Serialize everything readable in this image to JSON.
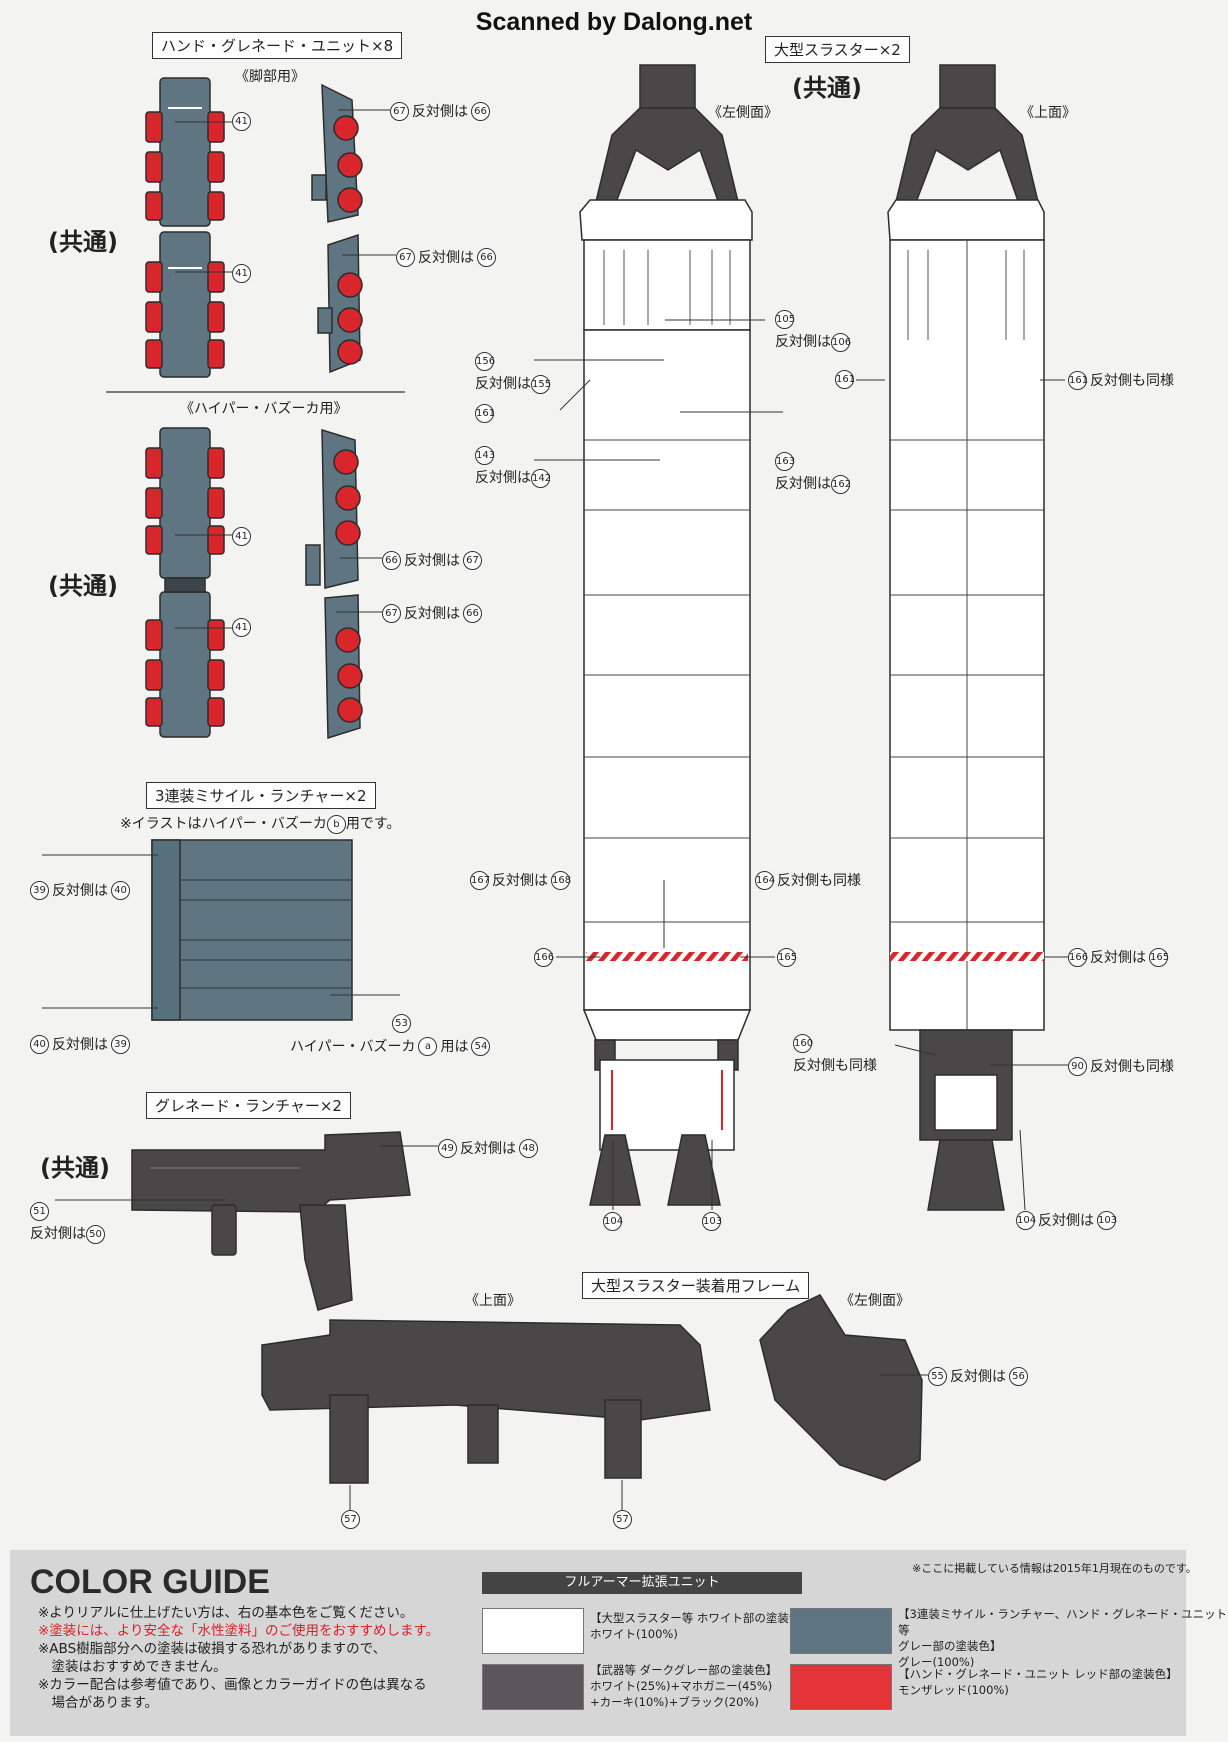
{
  "scan_credit": "Scanned by Dalong.net",
  "sections": {
    "hand_grenade": {
      "title": "ハンド・グレネード・ユニット×8",
      "sub_leg": "《脚部用》",
      "sub_bazooka": "《ハイパー・バズーカ用》",
      "common": "(共通)"
    },
    "missile": {
      "title": "3連装ミサイル・ランチャー×2",
      "note": "※イラストはハイパー・バズーカ",
      "note_circ": "b",
      "note_tail": "用です。"
    },
    "grenade_launcher": {
      "title": "グレネード・ランチャー×2",
      "common": "(共通)"
    },
    "thruster": {
      "title": "大型スラスター×2",
      "common": "(共通)",
      "view_left": "《左側面》",
      "view_top": "《上面》"
    },
    "frame": {
      "title": "大型スラスター装着用フレーム",
      "view_top": "《上面》",
      "view_left": "《左側面》"
    }
  },
  "text": {
    "opposite_is": "反対側は",
    "same_opposite": "反対側も同様",
    "bazooka_a": "ハイパー・バズーカ",
    "circ_a": "a",
    "used_is": "用は"
  },
  "callouts": {
    "n41": "41",
    "n67": "67",
    "n66": "66",
    "n105": "105",
    "n106": "106",
    "n156": "156",
    "n155": "155",
    "n161": "161",
    "n143": "143",
    "n142": "142",
    "n163": "163",
    "n162": "162",
    "n39": "39",
    "n40": "40",
    "n53": "53",
    "n54": "54",
    "n49": "49",
    "n48": "48",
    "n51": "51",
    "n50": "50",
    "n167": "167",
    "n168": "168",
    "n164": "164",
    "n166": "166",
    "n165": "165",
    "n160": "160",
    "n90": "90",
    "n104": "104",
    "n103": "103",
    "n55": "55",
    "n56": "56",
    "n57": "57"
  },
  "color_guide": {
    "title": "COLOR GUIDE",
    "notes": [
      "※よりリアルに仕上げたい方は、右の基本色をご覧ください。",
      "※塗装には、より安全な「水性塗料」のご使用をおすすめします。",
      "※ABS樹脂部分への塗装は破損する恐れがありますので、",
      "　塗装はおすすめできません。",
      "※カラー配合は参考値であり、画像とカラーガイドの色は異なる",
      "　場合があります。"
    ],
    "side_note": "※ここに掲載している情報は2015年1月現在のものです。",
    "header": "フルアーマー拡張ユニット",
    "swatches": [
      {
        "color": "#ffffff",
        "label": "【大型スラスター等 ホワイト部の塗装色】",
        "mix": "ホワイト(100%)",
        "mix2": ""
      },
      {
        "color": "#5e7480",
        "label": "【3連装ミサイル・ランチャー、ハンド・グレネード・ユニット等",
        "mix": "グレー部の塗装色】",
        "mix2": "グレー(100%)"
      },
      {
        "color": "#5a5659",
        "label": "【武器等 ダークグレー部の塗装色】",
        "mix": "ホワイト(25%)+マホガニー(45%)",
        "mix2": "+カーキ(10%)+ブラック(20%)"
      },
      {
        "color": "#e43338",
        "label": "【ハンド・グレネード・ユニット レッド部の塗装色】",
        "mix": "モンザレッド(100%)",
        "mix2": ""
      }
    ]
  },
  "colors": {
    "blue_gray": "#5f7682",
    "red": "#d8262c",
    "dark_gray": "#4a4749",
    "white": "#ffffff",
    "line": "#555555"
  }
}
